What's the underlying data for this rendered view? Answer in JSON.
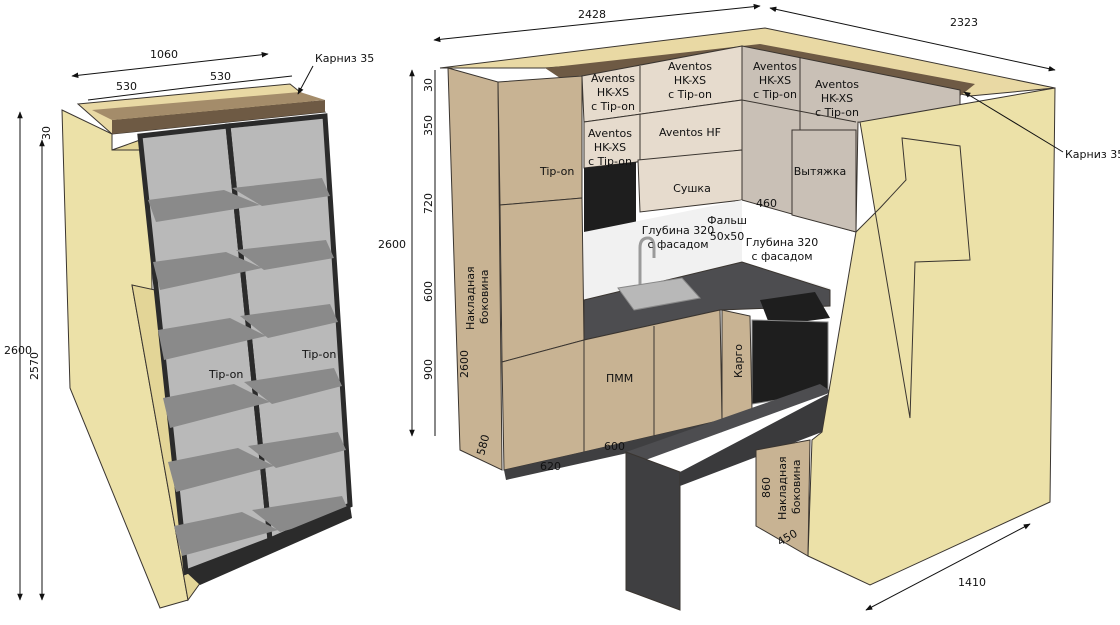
{
  "colors": {
    "wall": "#ece1a8",
    "wall_side": "#e3d597",
    "wood": "#c8b393",
    "wood_dark": "#b29c7c",
    "upper_light": "#e6dbcd",
    "upper_grey": "#c9c0b6",
    "countertop": "#3f3f41",
    "countertop_top": "#4d4d50",
    "shelf": "#8a8a8a",
    "shelf_back": "#b9b9b9",
    "frame": "#2b2b2b",
    "cornice": "#6e5a44",
    "backsplash": "#f1f1f1",
    "appliance": "#1e1e1e",
    "steel": "#b8b8b8"
  },
  "pantry": {
    "dim_width": "1060",
    "dim_half_left": "530",
    "dim_half_right": "530",
    "cornice_label": "Карниз 35",
    "dim_top": "30",
    "dim_height_total": "2600",
    "dim_height_inner": "2570",
    "door_left_label": "Tip-on",
    "door_right_label": "Tip-on"
  },
  "kitchen": {
    "dim_back_width": "2428",
    "dim_side_width": "2323",
    "dim_height_total": "2600",
    "dim_v_30": "30",
    "dim_v_350": "350",
    "dim_v_720": "720",
    "dim_v_600": "600",
    "dim_v_900": "900",
    "cornice_label": "Карниз 35",
    "tall_door_label": "Tip-on",
    "left_panel_line1": "Накладная",
    "left_panel_line2": "боковина",
    "left_panel_height": "2600",
    "left_panel_depth": "580",
    "upper_1_lines": [
      "Aventos",
      "HK-XS",
      "с Tip-on"
    ],
    "upper_2_lines": [
      "Aventos",
      "HK-XS",
      "с Tip-on"
    ],
    "upper_3_lines": [
      "Aventos",
      "HK-XS",
      "с Tip-on"
    ],
    "upper_4_lines": [
      "Aventos",
      "HK-XS",
      "с Tip-on"
    ],
    "upper_top_center_lines": [
      "Aventos",
      "HK-XS",
      "с Tip-on"
    ],
    "aventos_hf": "Aventos HF",
    "dryer": "Сушка",
    "hood": "Вытяжка",
    "dim_460": "460",
    "depth_left_lines": [
      "Глубина 320",
      "с фасадом"
    ],
    "false_panel_lines": [
      "Фальш",
      "50х50"
    ],
    "depth_right_lines": [
      "Глубина 320",
      "с фасадом"
    ],
    "dishwasher": "ПММ",
    "cargo": "Карго",
    "dim_620": "620",
    "dim_600_bottom": "600",
    "right_panel_line1": "Накладная",
    "right_panel_line2": "боковина",
    "right_panel_height": "860",
    "right_panel_depth": "450",
    "dim_depth_right": "1410"
  }
}
